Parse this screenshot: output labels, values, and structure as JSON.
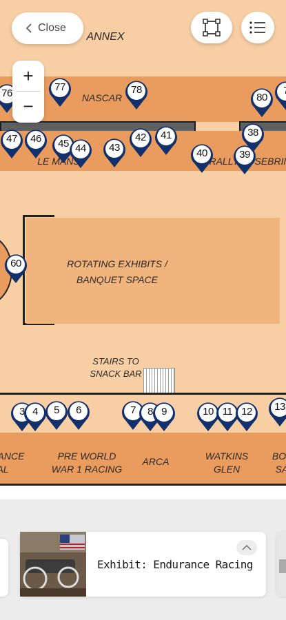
{
  "top_bar": {
    "close_label": "Close",
    "annex_label": "ANNEX"
  },
  "zoom": {
    "in_label": "+",
    "out_label": "−"
  },
  "areas": {
    "nascar": "NASCAR",
    "le_mans": "LE MANS",
    "rally": "RALLY",
    "sebring": "SEBRING",
    "rotating_line1": "ROTATING EXHIBITS /",
    "rotating_line2": "BANQUET SPACE",
    "stairs_line1": "STAIRS TO",
    "stairs_line2": "SNACK BAR",
    "endurance_line1": "ANCE",
    "endurance_line2": "AL",
    "preworld_line1": "PRE WORLD",
    "preworld_line2": "WAR 1 RACING",
    "arca": "ARCA",
    "watkins_line1": "WATKINS",
    "watkins_line2": "GLEN",
    "bo_line1": "BO",
    "bo_line2": "SA"
  },
  "pins": {
    "p76": "76",
    "p77": "77",
    "p78": "78",
    "p80": "80",
    "p79": "7",
    "p47": "47",
    "p46": "46",
    "p45": "45",
    "p44": "44",
    "p43": "43",
    "p42": "42",
    "p41": "41",
    "p40": "40",
    "p39": "39",
    "p38": "38",
    "p60": "60",
    "p3": "3",
    "p4": "4",
    "p5": "5",
    "p6": "6",
    "p7": "7",
    "p8": "8",
    "p9": "9",
    "p10": "10",
    "p11": "11",
    "p12": "12",
    "p13": "13"
  },
  "exhibit_card": {
    "title": "Exhibit: Endurance Racing"
  },
  "colors": {
    "floor": "#f8cfa5",
    "band": "#e99c5e",
    "pin": "#12306b"
  }
}
